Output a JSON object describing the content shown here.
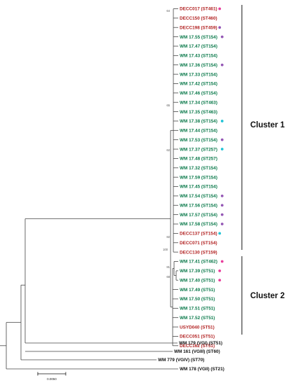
{
  "colors": {
    "red": "#b22222",
    "green": "#0b7a4b",
    "black": "#111111",
    "magenta": "#e83e9c",
    "purple": "#9457b5",
    "cyan": "#22c4d6"
  },
  "taxa": [
    {
      "label": "DECC017 (ST461)",
      "color": "red",
      "marker": "magenta"
    },
    {
      "label": "DECC150 (ST460)",
      "color": "red",
      "marker": null
    },
    {
      "label": "DECC198 (ST459)",
      "color": "red",
      "marker": "purple"
    },
    {
      "label": "WM 17.55 (ST154)",
      "color": "green",
      "marker": "purple"
    },
    {
      "label": "WM 17.47 (ST154)",
      "color": "green",
      "marker": null
    },
    {
      "label": "WM 17.43 (ST154)",
      "color": "green",
      "marker": null
    },
    {
      "label": "WM 17.36 (ST154)",
      "color": "green",
      "marker": "purple"
    },
    {
      "label": "WM 17.33 (ST154)",
      "color": "green",
      "marker": null
    },
    {
      "label": "WM 17.42 (ST154)",
      "color": "green",
      "marker": null
    },
    {
      "label": "WM 17.46 (ST154)",
      "color": "green",
      "marker": null
    },
    {
      "label": "WM 17.34 (ST463)",
      "color": "green",
      "marker": null
    },
    {
      "label": "WM 17.35 (ST463)",
      "color": "green",
      "marker": null
    },
    {
      "label": "WM 17.38 (ST154)",
      "color": "green",
      "marker": "cyan"
    },
    {
      "label": "WM 17.44 (ST154)",
      "color": "green",
      "marker": null
    },
    {
      "label": "WM 17.53 (ST154)",
      "color": "green",
      "marker": "purple"
    },
    {
      "label": "WM 17.37 (ST257)",
      "color": "green",
      "marker": "cyan"
    },
    {
      "label": "WM 17.48 (ST257)",
      "color": "green",
      "marker": null
    },
    {
      "label": "WM 17.32 (ST154)",
      "color": "green",
      "marker": null
    },
    {
      "label": "WM 17.59 (ST154)",
      "color": "green",
      "marker": null
    },
    {
      "label": "WM 17.45 (ST154)",
      "color": "green",
      "marker": null
    },
    {
      "label": "WM 17.54 (ST154)",
      "color": "green",
      "marker": "purple"
    },
    {
      "label": "WM 17.56 (ST154)",
      "color": "green",
      "marker": "purple"
    },
    {
      "label": "WM 17.57 (ST154)",
      "color": "green",
      "marker": "purple"
    },
    {
      "label": "WM 17.58 (ST154)",
      "color": "green",
      "marker": "purple"
    },
    {
      "label": "DECC137 (ST154)",
      "color": "red",
      "marker": "cyan"
    },
    {
      "label": "DECC071 (ST154)",
      "color": "red",
      "marker": null
    },
    {
      "label": "DECC130 (ST159)",
      "color": "red",
      "marker": null
    },
    {
      "label": "WM 17.41 (ST462)",
      "color": "green",
      "marker": "magenta"
    },
    {
      "label": "WM 17.39 (ST51)",
      "color": "green",
      "marker": "magenta"
    },
    {
      "label": "WM 17.40 (ST51)",
      "color": "green",
      "marker": "magenta"
    },
    {
      "label": "WM 17.49 (ST51)",
      "color": "green",
      "marker": null
    },
    {
      "label": "WM 17.50 (ST51)",
      "color": "green",
      "marker": null
    },
    {
      "label": "WM 17.51 (ST51)",
      "color": "green",
      "marker": null
    },
    {
      "label": "WM 17.52 (ST51)",
      "color": "green",
      "marker": null
    },
    {
      "label": "USYD040 (ST51)",
      "color": "red",
      "marker": null
    },
    {
      "label": "DECC051 (ST51)",
      "color": "red",
      "marker": null
    },
    {
      "label": "DECC162 (ST51)",
      "color": "red",
      "marker": null
    },
    {
      "label": "WM 179 (VGI) (ST51)",
      "color": "black",
      "marker": null
    },
    {
      "label": "WM 161 (VGIII) (ST60)",
      "color": "black",
      "marker": null
    },
    {
      "label": "WM 779 (VGIV) (ST70)",
      "color": "black",
      "marker": null
    },
    {
      "label": "WM 178 (VGII) (ST21)",
      "color": "black",
      "marker": null
    }
  ],
  "bootstrap": [
    "64",
    "65",
    "62",
    "82",
    "100",
    "81",
    "68"
  ],
  "clusters": [
    {
      "label": "Cluster 1"
    },
    {
      "label": "Cluster 2"
    }
  ],
  "scale_bar": {
    "label": "0.0050"
  }
}
